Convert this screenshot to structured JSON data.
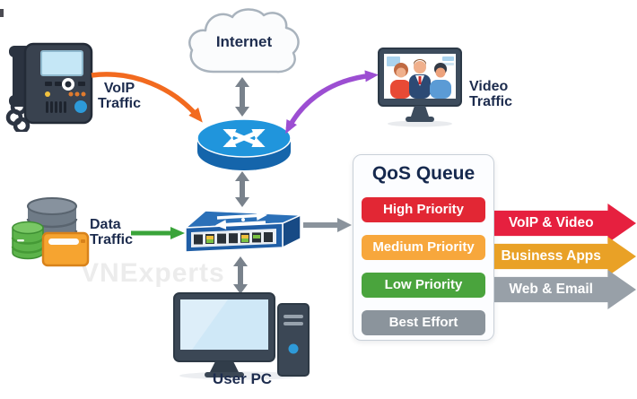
{
  "watermark": "VNExperts",
  "background": "#ffffff",
  "text_color": "#1d2c4e",
  "labels": {
    "internet": "Internet",
    "voip_traffic": "VoIP Traffic",
    "video_traffic": "Video Traffic",
    "data_traffic": "Data Traffic",
    "user_pc": "User PC"
  },
  "qos_panel": {
    "title": "QoS Queue",
    "queues": [
      {
        "label": "High Priority",
        "color": "#e22734"
      },
      {
        "label": "Medium Priority",
        "color": "#f7a73c"
      },
      {
        "label": "Low Priority",
        "color": "#4aa43d"
      },
      {
        "label": "Best Effort",
        "color": "#8b949c"
      }
    ]
  },
  "output_arrows": [
    {
      "label": "VoIP & Video",
      "color": "#e6203f"
    },
    {
      "label": "Business Apps",
      "color": "#e9a126"
    },
    {
      "label": "Web & Email",
      "color": "#98a0a8"
    }
  ],
  "flow_arrows": {
    "voip_color": "#f26a1f",
    "video_color": "#9c4ed2",
    "data_color": "#3aa43a",
    "link_color": "#79828c",
    "switch_to_queue_color": "#8a939c"
  },
  "icons": {
    "phone": "voip-phone-icon",
    "cloud": "internet-cloud-icon",
    "router": "router-icon",
    "switch": "switch-icon",
    "video_monitor": "video-conference-monitor-icon",
    "gray_database": "database-icon",
    "green_database": "database-icon",
    "folder": "folder-icon",
    "pc": "desktop-pc-icon"
  }
}
